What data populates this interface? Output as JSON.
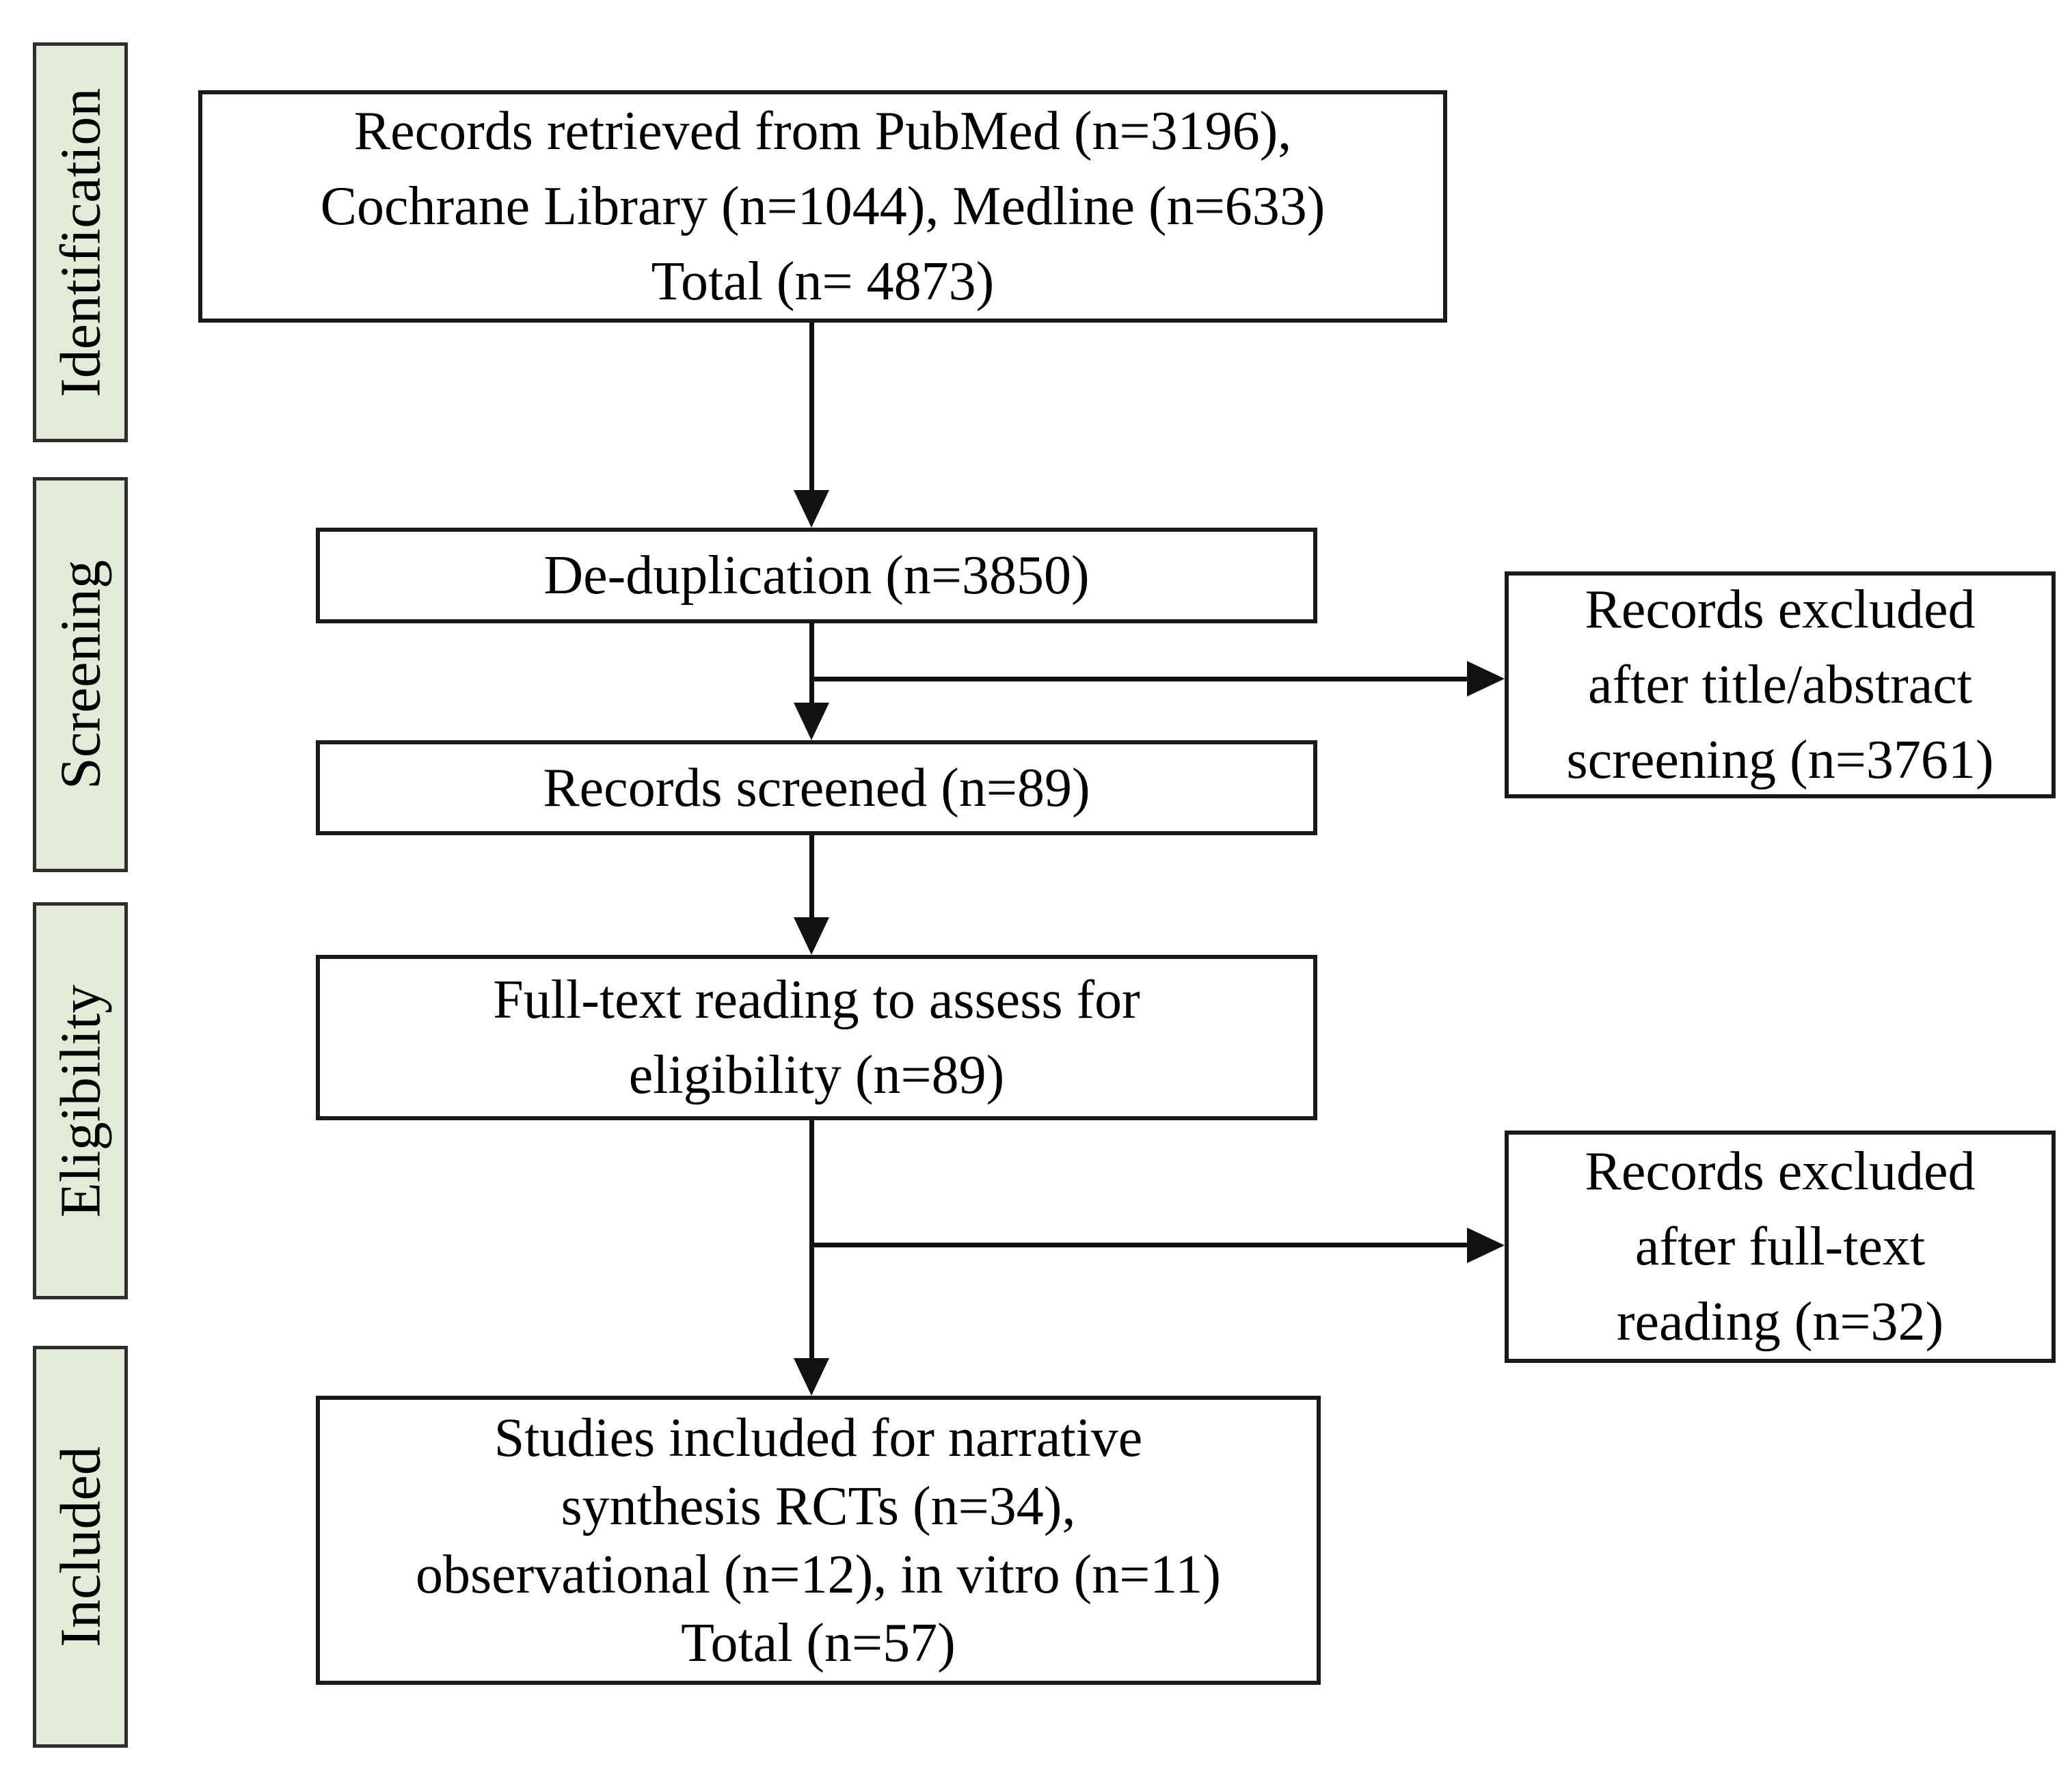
{
  "figure": {
    "type": "prisma-flow-diagram",
    "stages": [
      {
        "id": "identification",
        "label": "Identification"
      },
      {
        "id": "screening",
        "label": "Screening"
      },
      {
        "id": "eligibility",
        "label": "Eligibility"
      },
      {
        "id": "included",
        "label": "Included"
      }
    ],
    "flow_boxes": {
      "records_retrieved": {
        "lines": [
          "Records retrieved from PubMed (n=3196),",
          "Cochrane Library (n=1044), Medline (n=633)",
          "Total (n= 4873)"
        ]
      },
      "deduplication": {
        "lines": [
          "De-duplication (n=3850)"
        ]
      },
      "records_screened": {
        "lines": [
          "Records screened (n=89)"
        ]
      },
      "full_text_reading": {
        "lines": [
          "Full-text reading to assess for",
          "eligibility (n=89)"
        ]
      },
      "included_studies": {
        "lines": [
          "Studies included for narrative",
          "synthesis RCTs (n=34),",
          "observational (n=12), in vitro (n=11)",
          "Total (n=57)"
        ]
      }
    },
    "exclusion_boxes": {
      "after_title_abstract": {
        "lines": [
          "Records excluded",
          "after title/abstract",
          "screening (n=3761)"
        ]
      },
      "after_full_text": {
        "lines": [
          "Records excluded",
          "after full-text",
          "reading (n=32)"
        ]
      }
    },
    "counts": {
      "pubmed": 3196,
      "cochrane_library": 1044,
      "medline": 633,
      "total_retrieved": 4873,
      "deduplication": 3850,
      "excluded_title_abstract": 3761,
      "records_screened": 89,
      "full_text_assessed": 89,
      "excluded_full_text": 32,
      "rcts": 34,
      "observational": 12,
      "in_vitro": 11,
      "total_included": 57
    },
    "colors": {
      "stage_fill": "#e2ebd8",
      "stage_border": "#2e2e2e",
      "box_border": "#1a1a1a",
      "line": "#111111",
      "background": "#ffffff",
      "text": "#000000"
    }
  }
}
